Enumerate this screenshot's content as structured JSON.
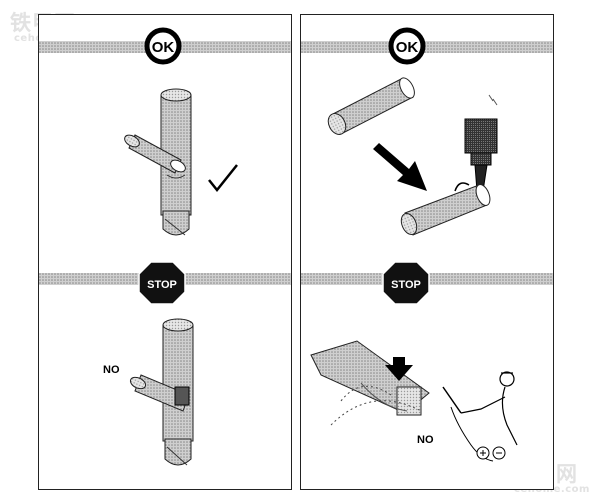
{
  "watermark": {
    "brand": "铁甲网",
    "site": "cehome.com"
  },
  "panels": {
    "left": {
      "top_badge": "OK",
      "bottom_badge": "STOP",
      "no_label": "NO"
    },
    "right": {
      "top_badge": "OK",
      "bottom_badge": "STOP",
      "no_label": "NO"
    }
  },
  "icons": [
    "checkmark-icon",
    "arrow-icon",
    "welding-torch-icon",
    "welder-figure-icon",
    "plus-icon",
    "minus-icon"
  ],
  "colors": {
    "badge_black": "#000000",
    "stop_sign": "#111111",
    "band_gray": "#b9b9b9"
  }
}
